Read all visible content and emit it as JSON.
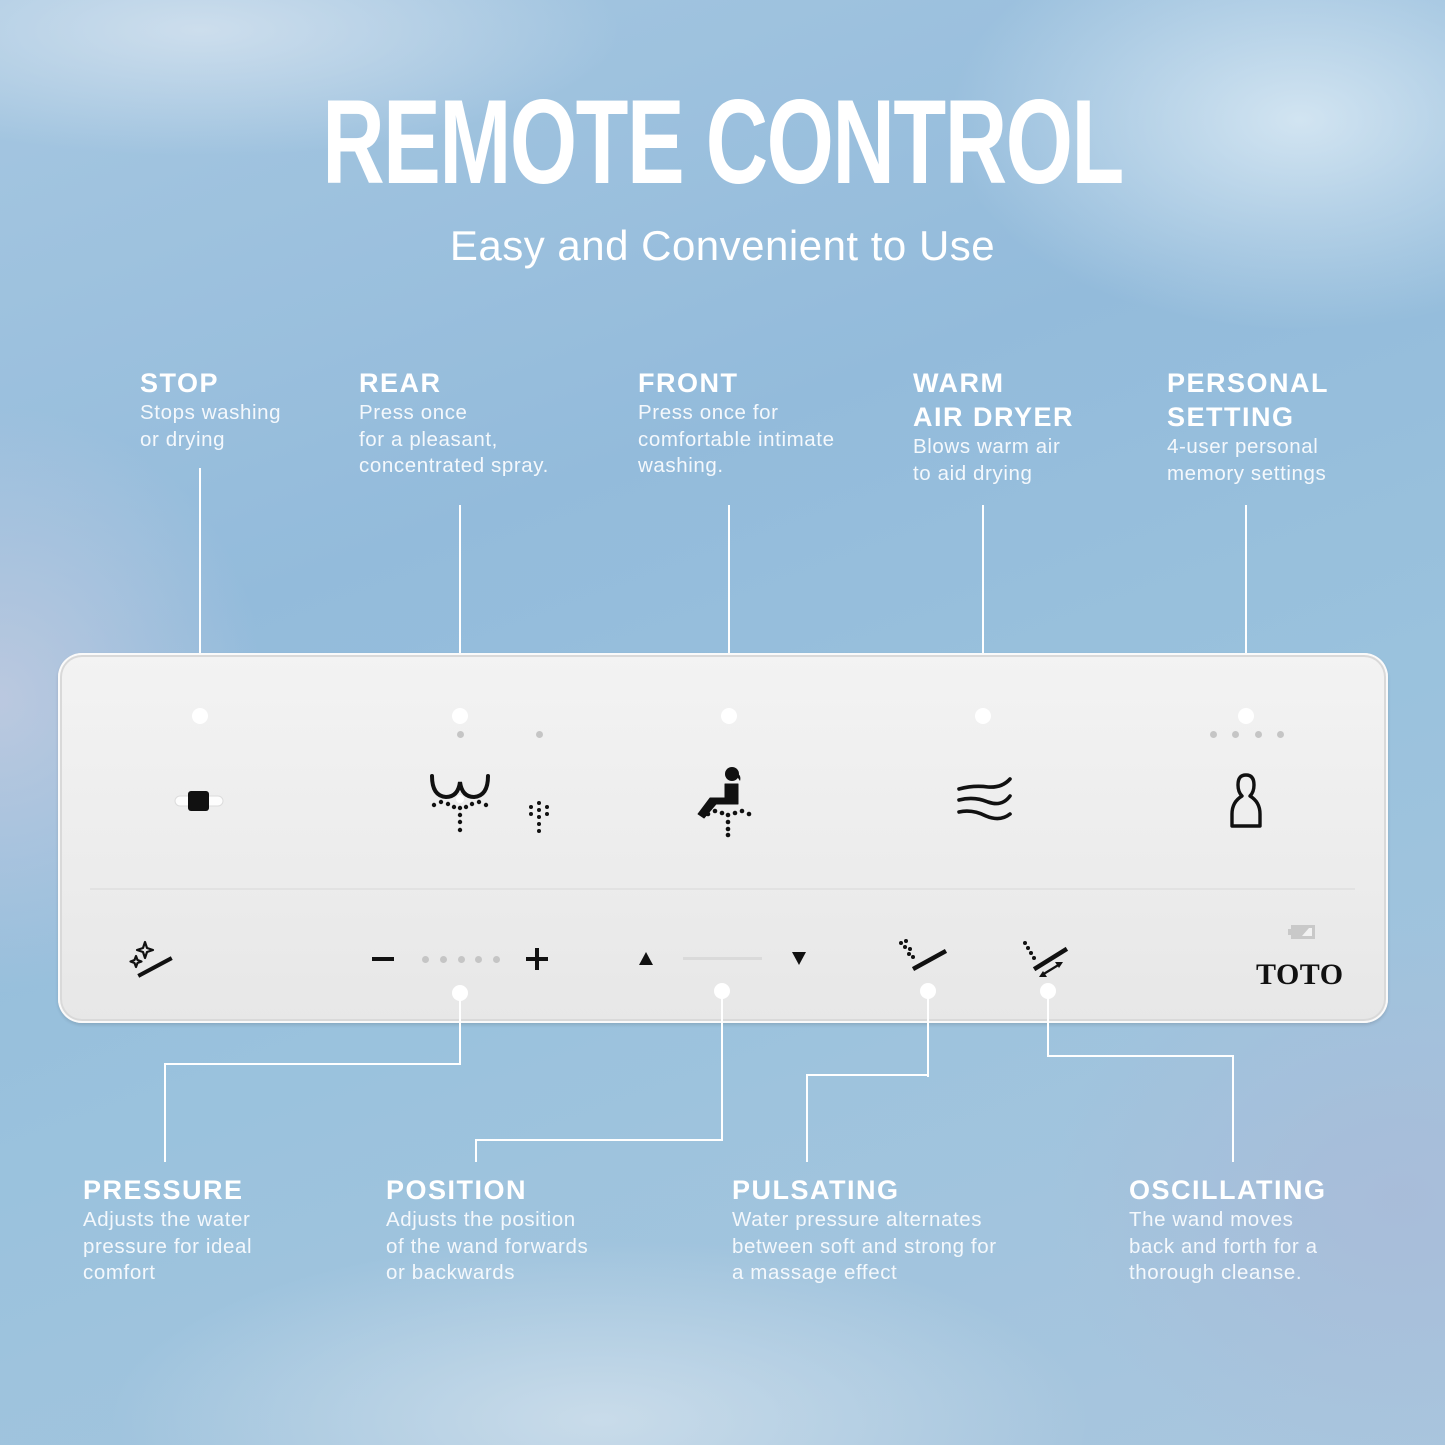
{
  "header": {
    "title": "REMOTE CONTROL",
    "subtitle": "Easy and Convenient to Use"
  },
  "top_features": [
    {
      "title": "STOP",
      "lines": [
        "Stops washing",
        "or drying"
      ],
      "icon": "stop-icon"
    },
    {
      "title": "REAR",
      "lines": [
        "Press once",
        "for a pleasant,",
        "concentrated spray."
      ],
      "icon": "rear-wash-icon"
    },
    {
      "title": "FRONT",
      "lines": [
        "Press once for",
        "comfortable intimate",
        "washing."
      ],
      "icon": "front-wash-icon"
    },
    {
      "title_lines": [
        "WARM",
        "AIR DRYER"
      ],
      "lines": [
        "Blows warm air",
        "to aid drying"
      ],
      "icon": "air-dryer-icon"
    },
    {
      "title_lines": [
        "PERSONAL",
        "SETTING"
      ],
      "lines": [
        "4-user personal",
        "memory settings"
      ],
      "icon": "personal-setting-icon"
    }
  ],
  "bottom_features": [
    {
      "title": "PRESSURE",
      "lines": [
        "Adjusts the water",
        "pressure for ideal",
        "comfort"
      ],
      "icon": "pressure-icon"
    },
    {
      "title": "POSITION",
      "lines": [
        "Adjusts the position",
        "of the wand forwards",
        "or backwards"
      ],
      "icon": "position-icon"
    },
    {
      "title": "PULSATING",
      "lines": [
        "Water pressure alternates",
        "between soft and strong for",
        "a massage effect"
      ],
      "icon": "pulsating-icon"
    },
    {
      "title": "OSCILLATING",
      "lines": [
        "The wand moves",
        "back and forth for a",
        "thorough cleanse."
      ],
      "icon": "oscillating-icon"
    }
  ],
  "remote": {
    "brand": "TOTO",
    "pressure_minus": "−",
    "pressure_plus": "+",
    "pressure_levels": 5,
    "personal_users": 4,
    "position_forward": "▲",
    "position_backward": "▼"
  },
  "colors": {
    "background": "#93bbdb",
    "text": "#ffffff",
    "remote_body": "#ededed",
    "icon": "#111111",
    "led": "#c5c5c5"
  }
}
